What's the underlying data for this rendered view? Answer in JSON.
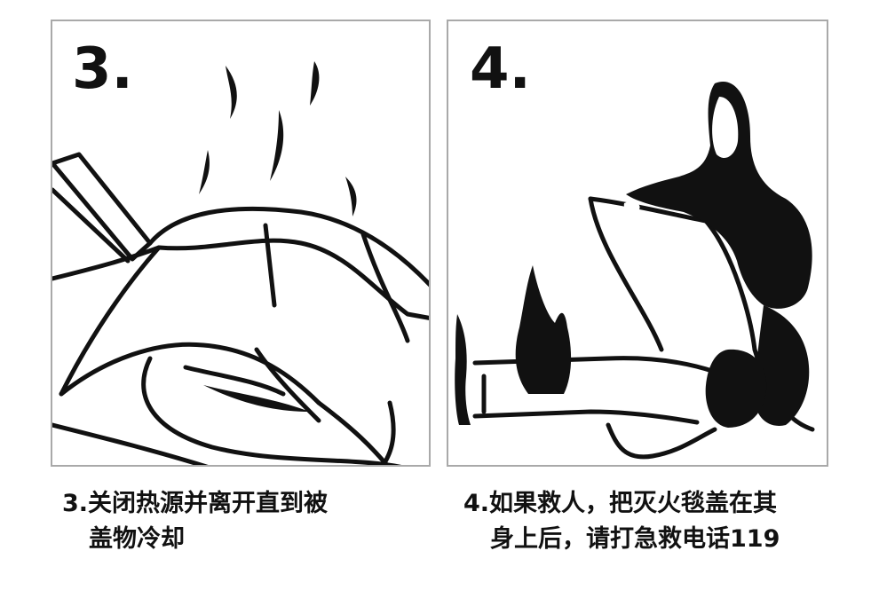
{
  "panels": [
    {
      "number": "3.",
      "caption_line1": "3.关闭热源并离开直到被",
      "caption_line2": "盖物冷却"
    },
    {
      "number": "4.",
      "caption_line1": "4.如果救人，把灭火毯盖在其",
      "caption_line2": "身上后，请打急救电话119"
    }
  ],
  "colors": {
    "border": "#a9a9a9",
    "ink": "#111111",
    "background": "#ffffff"
  }
}
